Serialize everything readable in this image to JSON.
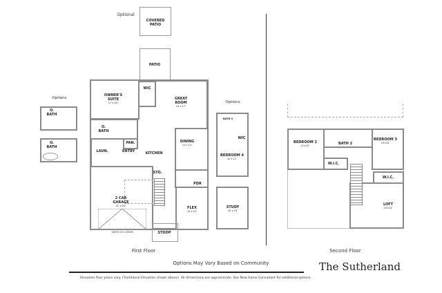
{
  "first_floor": {
    "caption": "First Floor",
    "optional_label": "Optional",
    "rooms": {
      "covered_patio": "COVERED PATIO",
      "patio": "PATIO",
      "owners_suite": {
        "name": "OWNER'S SUITE",
        "dim": "17 x 15'"
      },
      "wic": "WIC",
      "great_room": {
        "name": "GREAT ROOM",
        "dim": "15 x 17'"
      },
      "o_bath": "O. BATH",
      "pan": "PAN.",
      "laun": "LAUN.",
      "entry": "ENTRY",
      "kitchen": "KITCHEN",
      "dining": {
        "name": "DINING",
        "dim": "12 x 11'"
      },
      "sto": "STO.",
      "pdr": "PDR",
      "garage": {
        "name": "2 CAR GARAGE",
        "dim": "21' x 22'"
      },
      "garage_door": "16070 O.H. DOOR",
      "flex": {
        "name": "FLEX",
        "dim": "10 x 10'"
      },
      "stoop": "STOOP"
    },
    "options_left": {
      "label": "Options",
      "bath_a": "O. BATH",
      "bath_b": "O. BATH"
    },
    "options_right": {
      "label": "Options",
      "bath3": "BATH 3",
      "wic": "WIC",
      "bedroom4": {
        "name": "BEDROOM 4",
        "dim": "10 x 11'"
      },
      "study": {
        "name": "STUDY",
        "dim": "10 x 10'"
      }
    }
  },
  "second_floor": {
    "caption": "Second Floor",
    "rooms": {
      "bedroom2": {
        "name": "BEDROOM 2",
        "dim": "11'x13'"
      },
      "bath2": "BATH 2",
      "bedroom3": {
        "name": "BEDROOM 3",
        "dim": "10'x14'"
      },
      "wic_left": "W.I.C.",
      "wic_right": "W.I.C.",
      "loft": {
        "name": "LOFT",
        "dim": "10'x14'"
      }
    }
  },
  "footer": {
    "options_note": "Options May Vary Based on Community",
    "plan_name": "The Sutherland",
    "disclaimer": "Elevation floor plans vary. (Traditional Elevation shown above). All dimensions are approximate. See New Home Consultant for additional options."
  }
}
